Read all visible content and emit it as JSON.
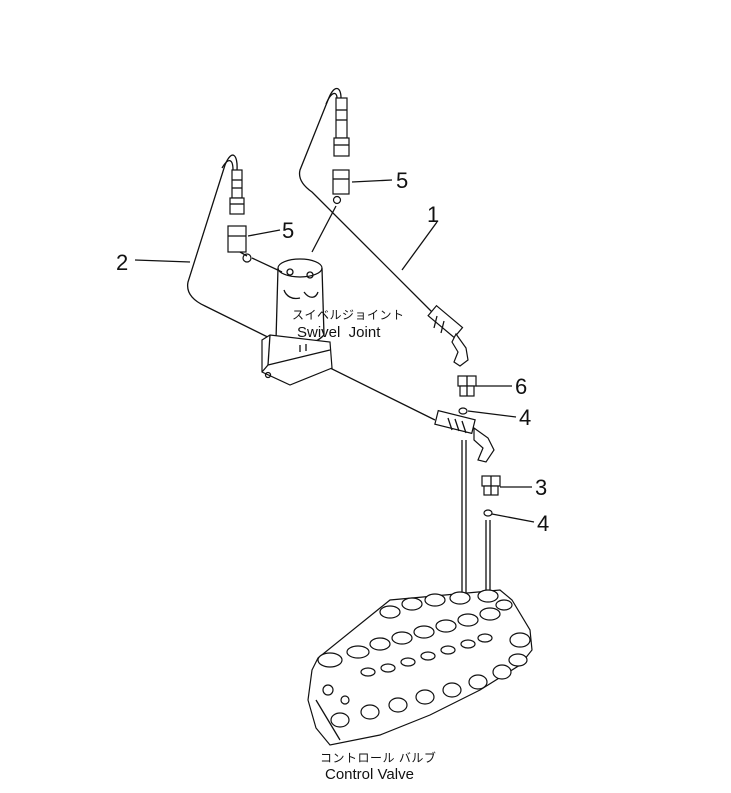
{
  "diagram": {
    "callouts": {
      "c1": "1",
      "c2": "2",
      "c3": "3",
      "c4a": "4",
      "c4b": "4",
      "c5a": "5",
      "c5b": "5",
      "c6": "6"
    },
    "swivel_joint": {
      "label_jp": "スイベルジョイント",
      "label_en": "Swivel  Joint"
    },
    "control_valve": {
      "label_jp": "コントロール バルブ",
      "label_en": "Control Valve"
    }
  }
}
